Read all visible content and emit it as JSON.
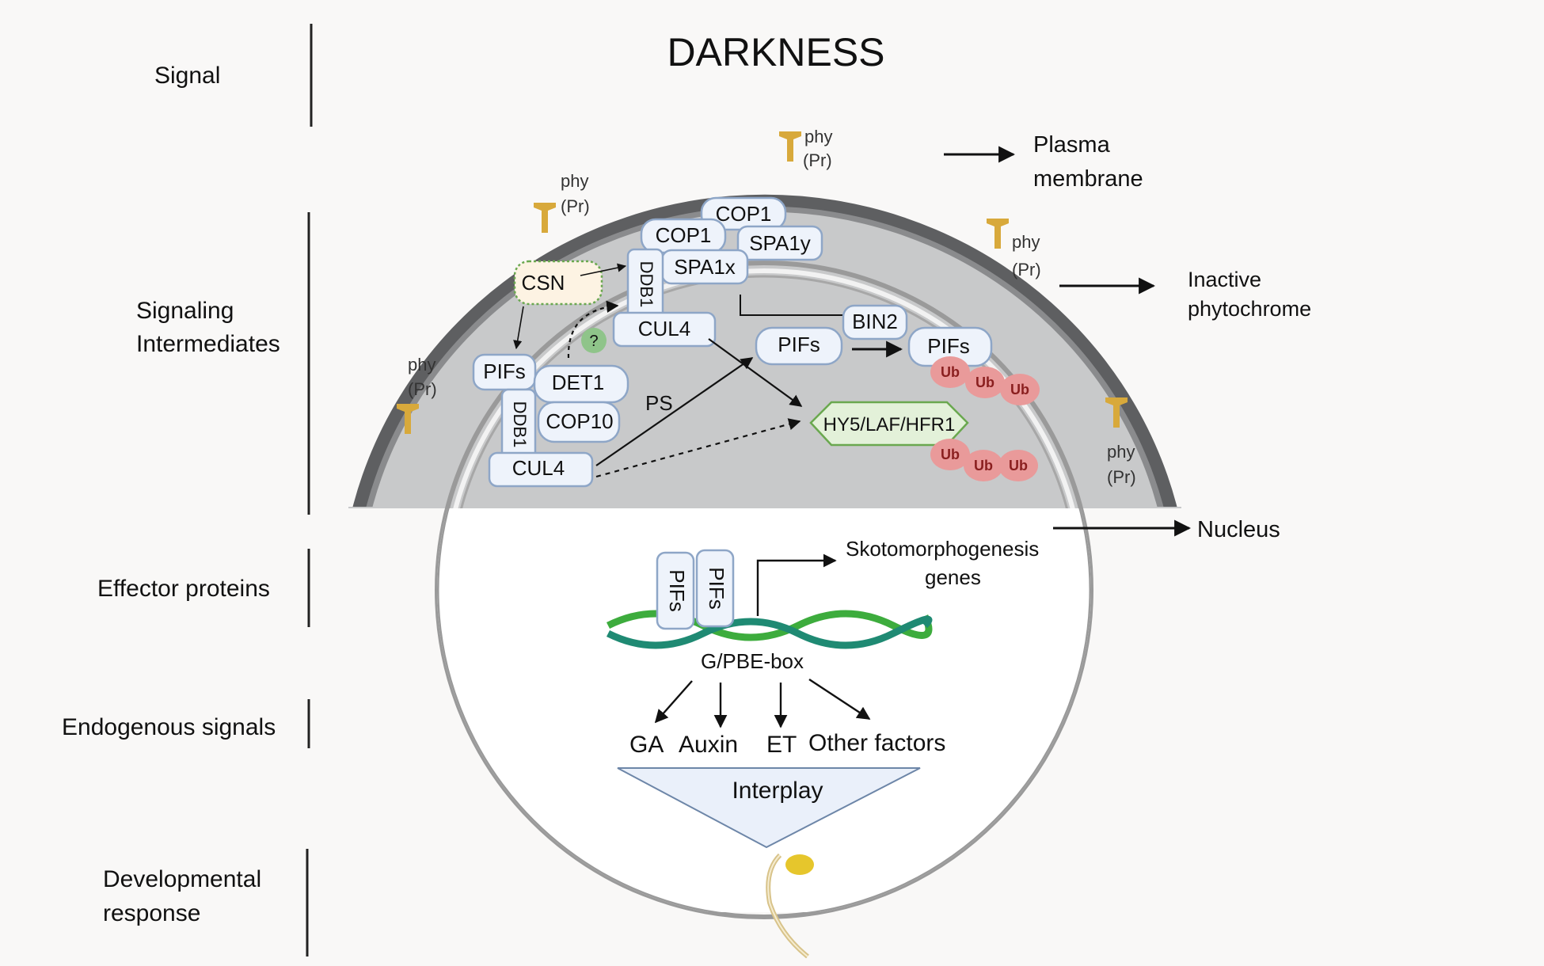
{
  "title": "DARKNESS",
  "row_labels": {
    "signal": "Signal",
    "signaling_1": "Signaling",
    "signaling_2": "Intermediates",
    "effector": "Effector proteins",
    "endogenous": "Endogenous signals",
    "developmental_1": "Developmental",
    "developmental_2": "response"
  },
  "side_labels": {
    "plasma_1": "Plasma",
    "plasma_2": "membrane",
    "inactive_1": "Inactive",
    "inactive_2": "phytochrome",
    "nucleus": "Nucleus"
  },
  "phy": {
    "name": "phy",
    "state": "(Pr)"
  },
  "proteins": {
    "cop1_top": "COP1",
    "cop1": "COP1",
    "spa1y": "SPA1y",
    "spa1x": "SPA1x",
    "ddb1": "DDB1",
    "cul4": "CUL4",
    "csn": "CSN",
    "question": "?",
    "pifs": "PIFs",
    "det1": "DET1",
    "cop10": "COP10",
    "ddb1_lower": "DDB1",
    "cul4_lower": "CUL4",
    "ps": "PS",
    "bin2": "BIN2",
    "pifs_mid": "PIFs",
    "pifs_right": "PIFs",
    "hy5": "HY5/LAF/HFR1",
    "ub": "Ub"
  },
  "nucleus": {
    "pifs_a": "PIFs",
    "pifs_b": "PIFs",
    "skoto_1": "Skotomorphogenesis",
    "skoto_2": "genes",
    "pbe": "G/PBE-box",
    "ga": "GA",
    "auxin": "Auxin",
    "et": "ET",
    "other": "Other factors",
    "interplay": "Interplay"
  },
  "colors": {
    "cytoplasm": "#c8c9ca",
    "membrane": "#5e5f61",
    "phy": "#d8a93b",
    "ub": "#e99a9a",
    "csn": "#fdf3e3",
    "hy5": "#e3f1d9",
    "question": "#8fc48a",
    "dna_green": "#3dac3d",
    "dna_teal": "#1f8a73"
  }
}
